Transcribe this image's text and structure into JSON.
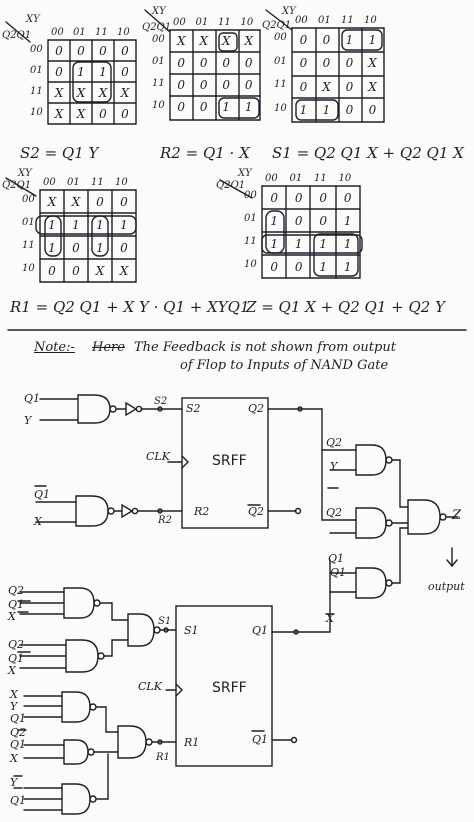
{
  "kmaps": [
    {
      "header": "XY",
      "rowvar": "Q2Q1",
      "cols": [
        "00",
        "01",
        "11",
        "10"
      ],
      "rows": [
        "00",
        "01",
        "11",
        "10"
      ],
      "cells": [
        [
          "0",
          "0",
          "0",
          "0"
        ],
        [
          "0",
          "1",
          "1",
          "0"
        ],
        [
          "X",
          "X",
          "X",
          "X"
        ],
        [
          "X",
          "X",
          "0",
          "0"
        ]
      ]
    },
    {
      "header": "XY",
      "rowvar": "Q2Q1",
      "cols": [
        "00",
        "01",
        "11",
        "10"
      ],
      "rows": [
        "00",
        "01",
        "11",
        "10"
      ],
      "cells": [
        [
          "X",
          "X",
          "X",
          "X"
        ],
        [
          "0",
          "0",
          "0",
          "0"
        ],
        [
          "0",
          "0",
          "0",
          "0"
        ],
        [
          "0",
          "0",
          "1",
          "1"
        ]
      ]
    },
    {
      "header": "XY",
      "rowvar": "Q2Q1",
      "cols": [
        "00",
        "01",
        "11",
        "10"
      ],
      "rows": [
        "00",
        "01",
        "11",
        "10"
      ],
      "cells": [
        [
          "0",
          "0",
          "1",
          "1"
        ],
        [
          "0",
          "0",
          "0",
          "X"
        ],
        [
          "0",
          "X",
          "0",
          "X"
        ],
        [
          "1",
          "1",
          "0",
          "0"
        ]
      ]
    },
    {
      "header": "XY",
      "rowvar": "Q2Q1",
      "cols": [
        "00",
        "01",
        "11",
        "10"
      ],
      "rows": [
        "00",
        "01",
        "11",
        "10"
      ],
      "cells": [
        [
          "X",
          "X",
          "0",
          "0"
        ],
        [
          "1",
          "1",
          "1",
          "1"
        ],
        [
          "1",
          "0",
          "1",
          "0"
        ],
        [
          "0",
          "0",
          "X",
          "X"
        ]
      ]
    },
    {
      "header": "XY",
      "rowvar": "Q2Q1",
      "cols": [
        "00",
        "01",
        "11",
        "10"
      ],
      "rows": [
        "00",
        "01",
        "11",
        "10"
      ],
      "cells": [
        [
          "0",
          "0",
          "0",
          "0"
        ],
        [
          "1",
          "0",
          "0",
          "1"
        ],
        [
          "1",
          "1",
          "1",
          "1"
        ],
        [
          "0",
          "0",
          "1",
          "1"
        ]
      ]
    }
  ],
  "equations": {
    "s2": "S2 = Q1 Y",
    "r2": "R2 = Q1 · X",
    "s1": "S1 = Q2 Q1 X + Q2 Q1 X",
    "r1": "R1 = Q2 Q1 + X Y · Q1 + XYQ1",
    "z": "Z = Q1 X + Q2 Q1 + Q2 Y"
  },
  "note": {
    "prefix": "Note:-",
    "strike": "Here",
    "line1": "The Feedback is not shown from output",
    "line2": "of Flop to Inputs of NAND Gate"
  },
  "circuit": {
    "ff_top": {
      "label": "SRFF",
      "s": "S2",
      "r": "R2",
      "q": "Q2",
      "qbar": "Q2",
      "clk": "CLK"
    },
    "ff_bottom": {
      "label": "SRFF",
      "s": "S1",
      "r": "R1",
      "q": "Q1",
      "qbar": "Q1",
      "clk": "CLK"
    },
    "inputs_top": [
      "Q1",
      "Y"
    ],
    "inputs_mid": [
      "Q1",
      "X"
    ],
    "inputs_s1": [
      "Q2",
      "Q1",
      "X",
      "Q2",
      "Q1",
      "X"
    ],
    "inputs_r1": [
      "X",
      "Y",
      "Q1",
      "Q2",
      "Q1",
      "X",
      "Y",
      "Q1"
    ],
    "wire_labels": {
      "s2": "S2",
      "r2": "R2",
      "s1": "S1",
      "r1": "R1"
    },
    "output_gate_inputs": [
      "Q2",
      "Y",
      "Q2",
      "Q1",
      "Q1",
      "X"
    ],
    "output": {
      "name": "Z",
      "caption": "output"
    }
  }
}
